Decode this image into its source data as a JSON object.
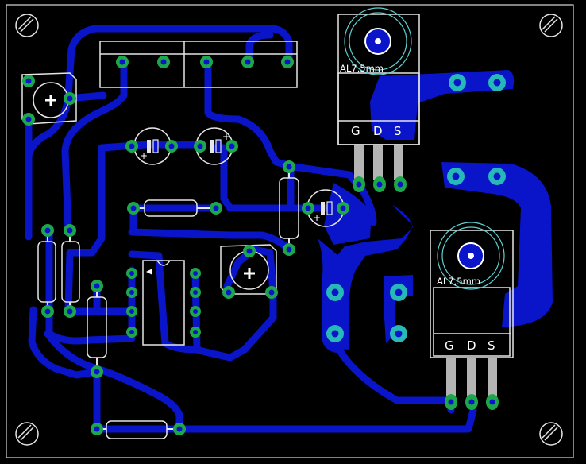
{
  "colors": {
    "background": "#000000",
    "trace": "#0a14c8",
    "pad": "#1ca84a",
    "pad_via": "#27b8b8",
    "silkscreen": "#e6e6e6",
    "hole": "#000000",
    "heatsink_circle": "#5fd0d0"
  },
  "labels": {
    "heatsink_top": "AL7,5mm",
    "heatsink_bottom": "AL7,5mm",
    "pins_top": [
      "G",
      "D",
      "S"
    ],
    "pins_bottom": [
      "G",
      "D",
      "S"
    ],
    "cap1_plus": "+",
    "cap2_plus": "+",
    "cap3_plus": "+"
  },
  "icons": [
    "mounting-hole-icon",
    "trimmer-potentiometer-icon",
    "electrolytic-capacitor-icon",
    "resistor-icon",
    "ic-dip8-icon",
    "mosfet-to220-icon"
  ]
}
